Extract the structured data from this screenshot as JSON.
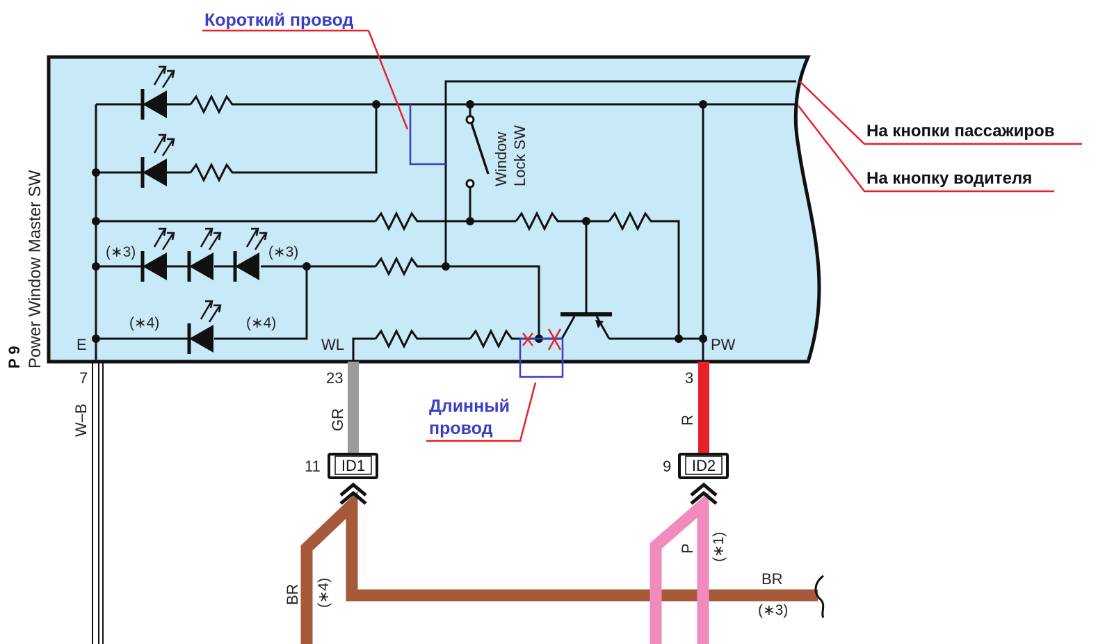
{
  "component": {
    "id": "P 9",
    "name": "Power Window Master SW"
  },
  "terminals": {
    "e": "E",
    "wl": "WL",
    "pw": "PW"
  },
  "switch_label": [
    "Window",
    "Lock SW"
  ],
  "notes": {
    "n3a": "(∗3)",
    "n3b": "(∗3)",
    "n4a": "(∗4)",
    "n4b": "(∗4)",
    "n4c": "(∗4)",
    "n1": "(∗1)",
    "n3c": "(∗3)"
  },
  "pins": {
    "p7": "7",
    "p23": "23",
    "p3": "3",
    "p11": "11",
    "p9": "9"
  },
  "wire_colors": {
    "wb": "W–B",
    "gr": "GR",
    "r": "R",
    "br1": "BR",
    "p": "P",
    "br2": "BR"
  },
  "connectors": {
    "id1": "ID1",
    "id2": "ID2"
  },
  "callouts": {
    "short_wire": "Короткий провод",
    "long_wire_line1": "Длинный",
    "long_wire_line2": "провод",
    "to_passengers": "На кнопки пассажиров",
    "to_driver": "На кнопку водителя"
  },
  "colors": {
    "box_fill": "#c8e9f8",
    "wire_gray": "#9b9b9b",
    "wire_red": "#e8202a",
    "wire_brown": "#a65a3a",
    "wire_pink": "#f28bbd",
    "annot_blue": "#3a3fc4",
    "annot_red": "#e8202a"
  }
}
